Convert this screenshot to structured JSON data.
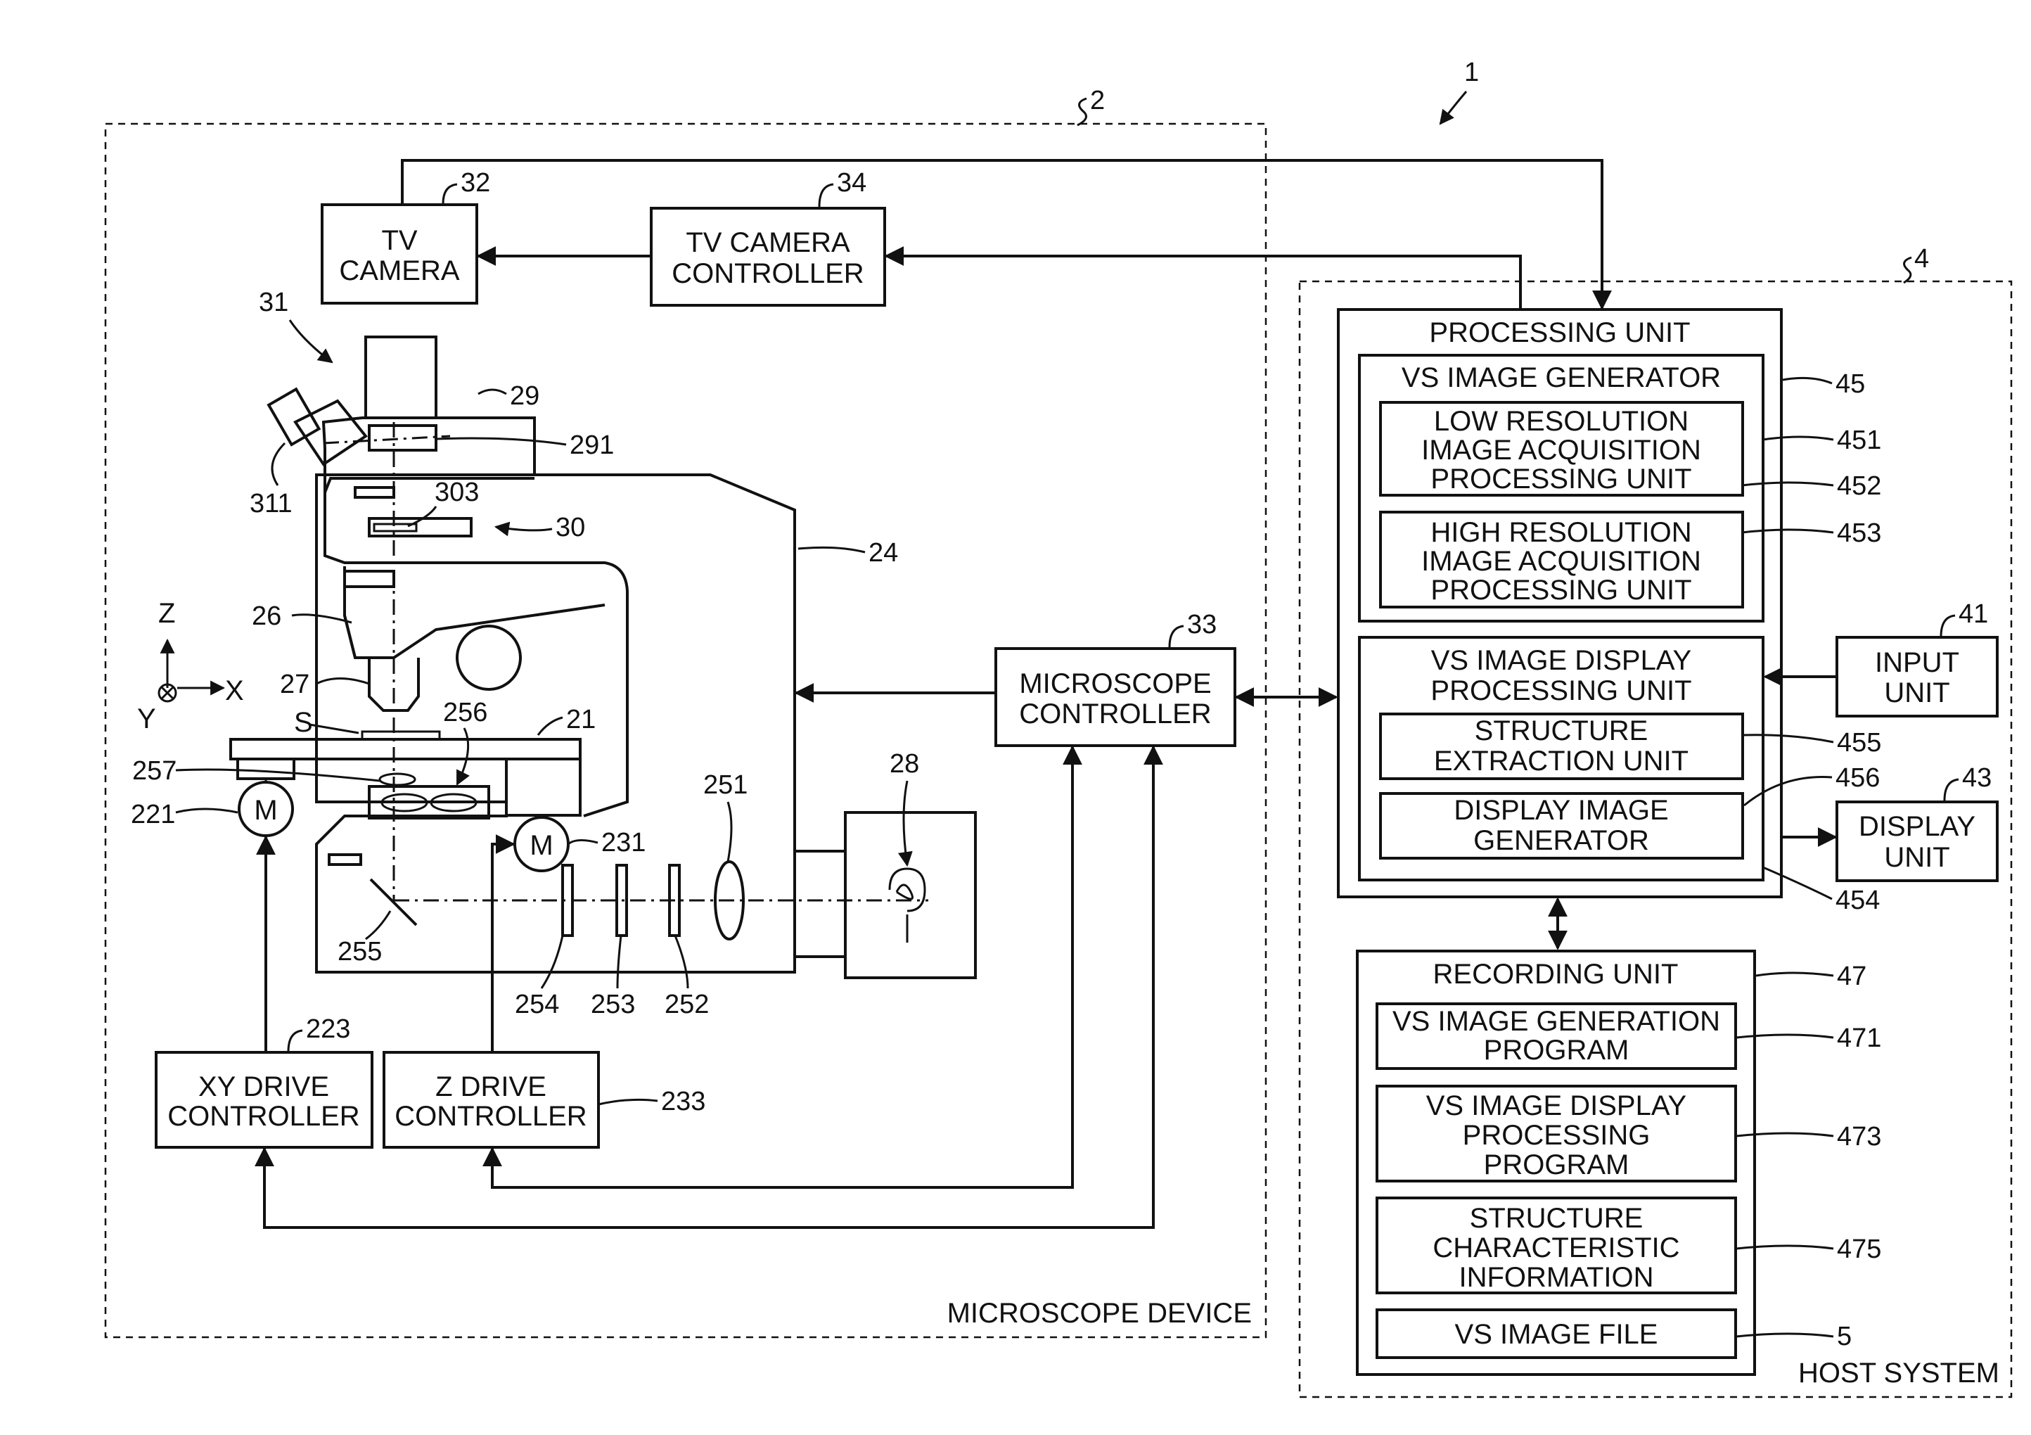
{
  "ref_numbers": {
    "r1": "1",
    "r2": "2",
    "r4": "4",
    "r5": "5",
    "r21": "21",
    "r221": "221",
    "r223": "223",
    "r231": "231",
    "r233": "233",
    "r24": "24",
    "r251": "251",
    "r252": "252",
    "r253": "253",
    "r254": "254",
    "r255": "255",
    "r256": "256",
    "r257": "257",
    "r26": "26",
    "r27": "27",
    "r28": "28",
    "r29": "29",
    "r291": "291",
    "r30": "30",
    "r303": "303",
    "r31": "31",
    "r311": "311",
    "r32": "32",
    "r33": "33",
    "r34": "34",
    "r41": "41",
    "r43": "43",
    "r45": "45",
    "r451": "451",
    "r452": "452",
    "r453": "453",
    "r454": "454",
    "r455": "455",
    "r456": "456",
    "r47": "47",
    "r471": "471",
    "r473": "473",
    "r475": "475"
  },
  "axes": {
    "z": "Z",
    "x": "X",
    "y": "Y",
    "specimen": "S",
    "motor": "M"
  },
  "microscope_device": {
    "label": "MICROSCOPE DEVICE",
    "tv_camera": [
      "TV",
      "CAMERA"
    ],
    "tv_camera_controller": [
      "TV CAMERA",
      "CONTROLLER"
    ],
    "microscope_controller": [
      "MICROSCOPE",
      "CONTROLLER"
    ],
    "xy_drive_controller": [
      "XY DRIVE",
      "CONTROLLER"
    ],
    "z_drive_controller": [
      "Z DRIVE",
      "CONTROLLER"
    ]
  },
  "host_system": {
    "label": "HOST SYSTEM",
    "processing_unit": "PROCESSING UNIT",
    "vs_image_generator": "VS IMAGE GENERATOR",
    "low_res": [
      "LOW RESOLUTION",
      "IMAGE ACQUISITION",
      "PROCESSING UNIT"
    ],
    "high_res": [
      "HIGH RESOLUTION",
      "IMAGE ACQUISITION",
      "PROCESSING UNIT"
    ],
    "vs_display_processing": [
      "VS IMAGE DISPLAY",
      "PROCESSING UNIT"
    ],
    "structure_extraction": [
      "STRUCTURE",
      "EXTRACTION UNIT"
    ],
    "display_image_generator": [
      "DISPLAY IMAGE",
      "GENERATOR"
    ],
    "input_unit": [
      "INPUT",
      "UNIT"
    ],
    "display_unit": [
      "DISPLAY",
      "UNIT"
    ],
    "recording_unit": "RECORDING UNIT",
    "vs_gen_program": [
      "VS IMAGE GENERATION",
      "PROGRAM"
    ],
    "vs_display_program": [
      "VS IMAGE DISPLAY",
      "PROCESSING",
      "PROGRAM"
    ],
    "structure_info": [
      "STRUCTURE",
      "CHARACTERISTIC",
      "INFORMATION"
    ],
    "vs_image_file": "VS IMAGE FILE"
  }
}
